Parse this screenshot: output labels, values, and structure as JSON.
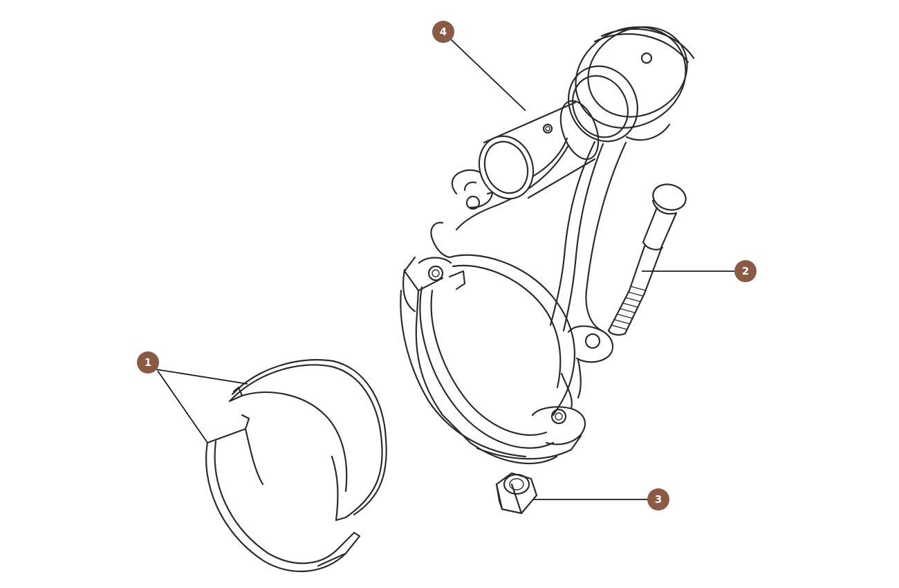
{
  "callouts": [
    {
      "id": "1",
      "label": "1",
      "part": "bearing-shells"
    },
    {
      "id": "2",
      "label": "2",
      "part": "con-rod-bolt"
    },
    {
      "id": "3",
      "label": "3",
      "part": "nut"
    },
    {
      "id": "4",
      "label": "4",
      "part": "small-end-bush"
    }
  ],
  "colors": {
    "callout_fill": "#8b5a44",
    "callout_text": "#ffffff",
    "line": "#2b2b2b",
    "background": "#ffffff"
  }
}
